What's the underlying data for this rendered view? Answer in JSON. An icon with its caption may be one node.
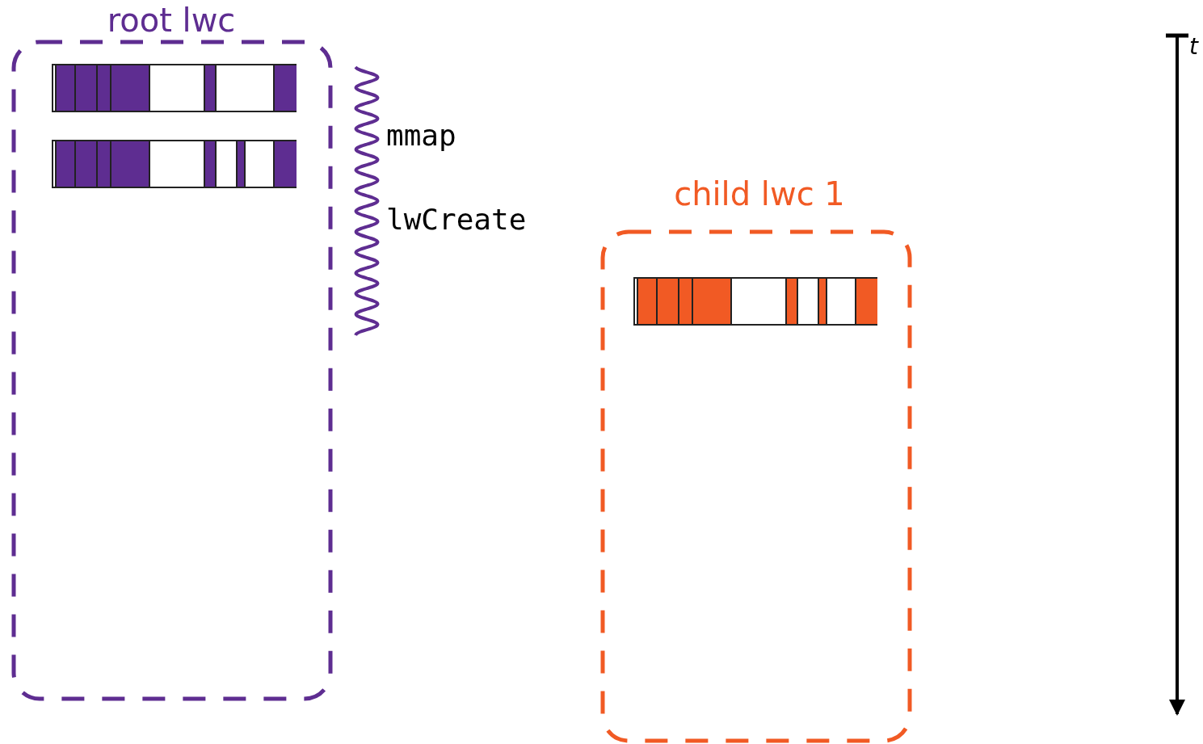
{
  "diagram": {
    "nodes": [
      {
        "text": [
          "root lwc"
        ]
      },
      {
        "text": [],
        "shape": "bar",
        "in": 0
      },
      {
        "text": [],
        "shape": "bar",
        "in": 0
      },
      {
        "text": [
          "child lwc 1"
        ]
      },
      {
        "text": [],
        "shape": "bar",
        "in": 3
      }
    ],
    "labels": [
      "mmap",
      "lwCreate",
      "t"
    ]
  }
}
